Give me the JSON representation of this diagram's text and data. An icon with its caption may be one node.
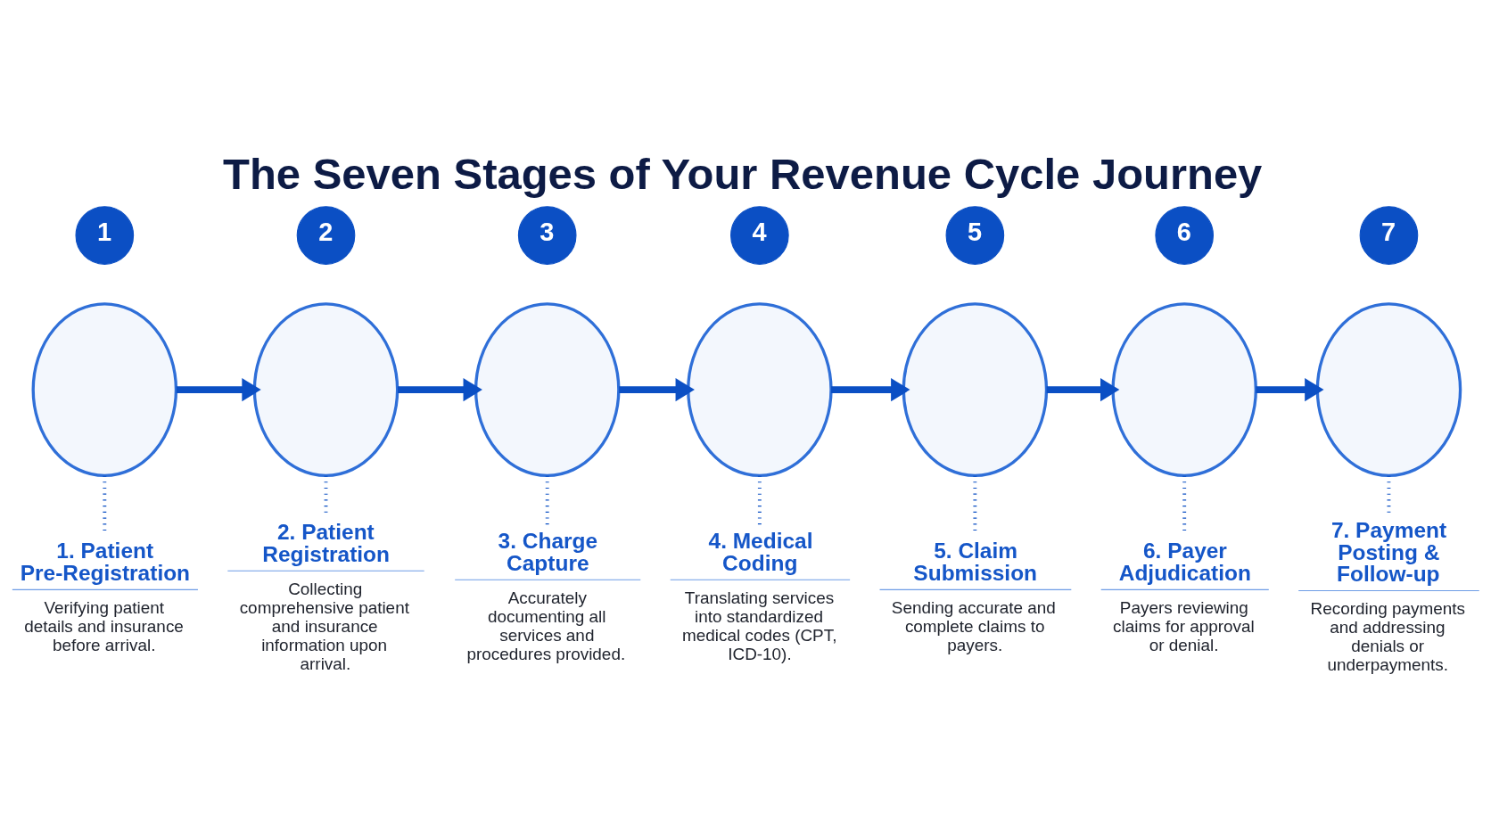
{
  "diagram": {
    "title": "The Seven Stages of Your Revenue Cycle Journey",
    "nodes": [
      {
        "text": [
          "1"
        ]
      },
      {
        "text": [
          "2"
        ]
      },
      {
        "text": [
          "3"
        ]
      },
      {
        "text": [
          "4"
        ]
      },
      {
        "text": [
          "5"
        ]
      },
      {
        "text": [
          "6"
        ]
      },
      {
        "text": [
          "7"
        ]
      },
      {
        "text": [],
        "shape": "circle"
      },
      {
        "text": [],
        "shape": "circle"
      },
      {
        "text": [],
        "shape": "circle"
      },
      {
        "text": [],
        "shape": "circle"
      },
      {
        "text": [],
        "shape": "circle"
      },
      {
        "text": [],
        "shape": "circle"
      },
      {
        "text": [],
        "shape": "circle"
      },
      {
        "text": [
          "1. Patient Pre-Registration",
          "Verifying patient details and insurance before arrival."
        ]
      },
      {
        "text": [
          "2. Patient Registration",
          "Collecting comprehensive patient and insurance information upon arrival."
        ]
      },
      {
        "text": [
          "3. Charge Capture",
          "Accurately documenting all services and procedures provided."
        ]
      },
      {
        "text": [
          "4. Medical Coding",
          "Translating services into standardized medical codes (CPT, ICD-10)."
        ]
      },
      {
        "text": [
          "5. Claim Submission",
          "Sending accurate and complete claims to payers."
        ]
      },
      {
        "text": [
          "6. Payer Adjudication",
          "Payers reviewing claims for approval or denial."
        ]
      },
      {
        "text": [
          "7. Payment Posting & Follow-up",
          "Recording payments and addressing denials or underpayments."
        ]
      }
    ],
    "edges": [
      {
        "from": 7,
        "to": 8,
        "arrow": "to",
        "style": "thick"
      },
      {
        "from": 8,
        "to": 9,
        "arrow": "to",
        "style": "thick"
      },
      {
        "from": 9,
        "to": 10,
        "arrow": "to",
        "style": "thick"
      },
      {
        "from": 10,
        "to": 11,
        "arrow": "to",
        "style": "thick"
      },
      {
        "from": 11,
        "to": 12,
        "arrow": "to",
        "style": "thick"
      },
      {
        "from": 12,
        "to": 13,
        "arrow": "to",
        "style": "thick"
      },
      {
        "from": 7,
        "to": 14,
        "arrow": "none",
        "style": "dashed"
      },
      {
        "from": 8,
        "to": 15,
        "arrow": "none",
        "style": "dashed"
      },
      {
        "from": 9,
        "to": 16,
        "arrow": "none",
        "style": "dashed"
      },
      {
        "from": 10,
        "to": 17,
        "arrow": "none",
        "style": "dashed"
      },
      {
        "from": 11,
        "to": 18,
        "arrow": "none",
        "style": "dashed"
      },
      {
        "from": 12,
        "to": 19,
        "arrow": "none",
        "style": "dashed"
      },
      {
        "from": 13,
        "to": 20,
        "arrow": "none",
        "style": "dashed"
      }
    ]
  }
}
